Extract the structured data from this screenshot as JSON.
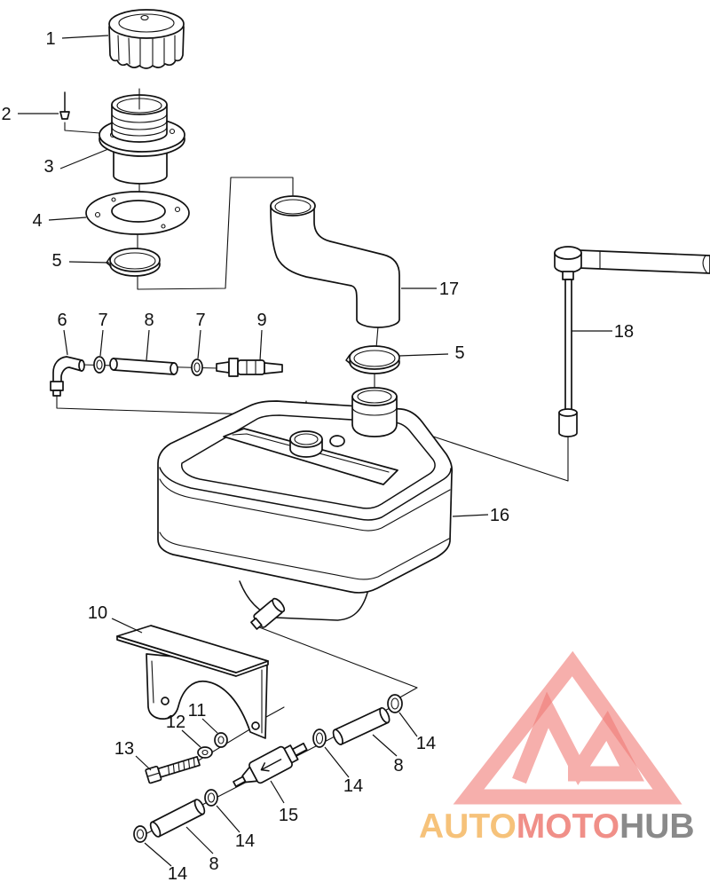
{
  "diagram": {
    "callouts": [
      "1",
      "2",
      "3",
      "4",
      "5",
      "6",
      "7",
      "8",
      "7",
      "9",
      "17",
      "5",
      "18",
      "16",
      "10",
      "11",
      "12",
      "13",
      "14",
      "8",
      "14",
      "15",
      "14",
      "14",
      "8"
    ]
  },
  "watermark": {
    "auto": "AUTO",
    "moto": "MOTO",
    "hub": "HUB",
    "auto_color": "#f6c27a",
    "moto_color": "#f08f88",
    "hub_color": "#8a8a8a",
    "emblem_color": "#f07a74"
  },
  "colors": {
    "line": "#111111",
    "background": "#ffffff"
  }
}
